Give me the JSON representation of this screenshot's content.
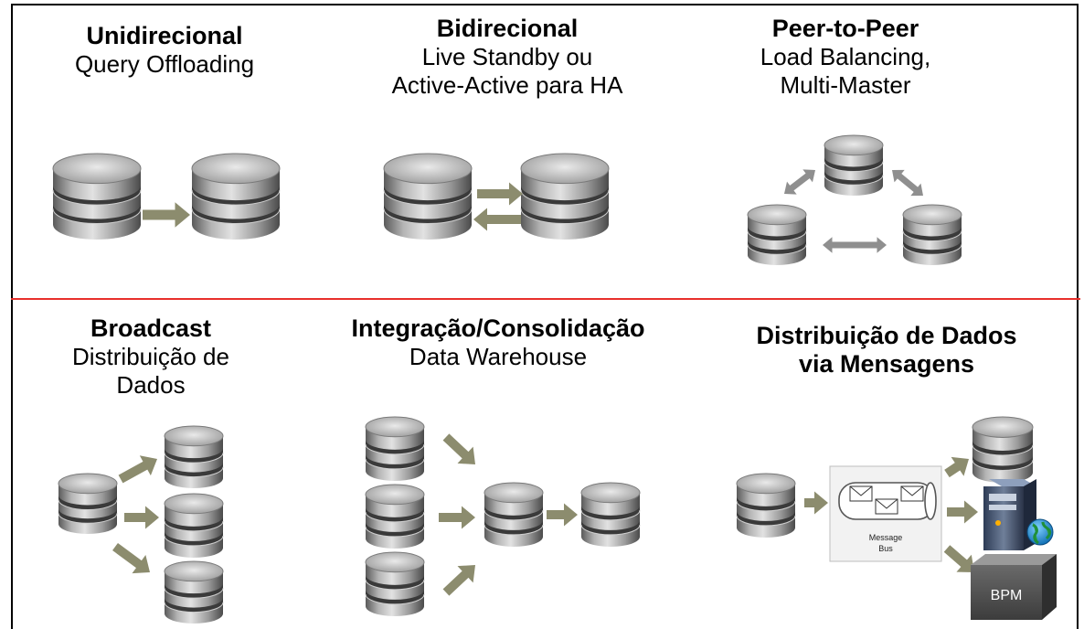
{
  "patterns": [
    {
      "id": "unidirecional",
      "title": "Unidirecional",
      "subtitle": [
        "Query Offloading"
      ]
    },
    {
      "id": "bidirecional",
      "title": "Bidirecional",
      "subtitle": [
        "Live Standby ou",
        "Active-Active para HA"
      ]
    },
    {
      "id": "peer",
      "title": "Peer-to-Peer",
      "subtitle": [
        "Load Balancing,",
        "Multi-Master"
      ]
    },
    {
      "id": "broadcast",
      "title": "Broadcast",
      "subtitle": [
        "Distribuição de",
        "Dados"
      ]
    },
    {
      "id": "integracao",
      "title": "Integração/Consolidação",
      "subtitle": [
        "Data Warehouse"
      ]
    },
    {
      "id": "mensagens",
      "title": "Distribuição de Dados",
      "subtitle": [
        "via Mensagens"
      ],
      "subtitle_bold": true
    }
  ],
  "message_bus": {
    "line1": "Message",
    "line2": "Bus"
  },
  "bpm_label": "BPM",
  "colors": {
    "divider": "#e8302c",
    "arrow": "#8c8c6e",
    "peer_arrow": "#8f8f8f",
    "db_light": "#c8c8c8",
    "db_dark": "#555555"
  }
}
